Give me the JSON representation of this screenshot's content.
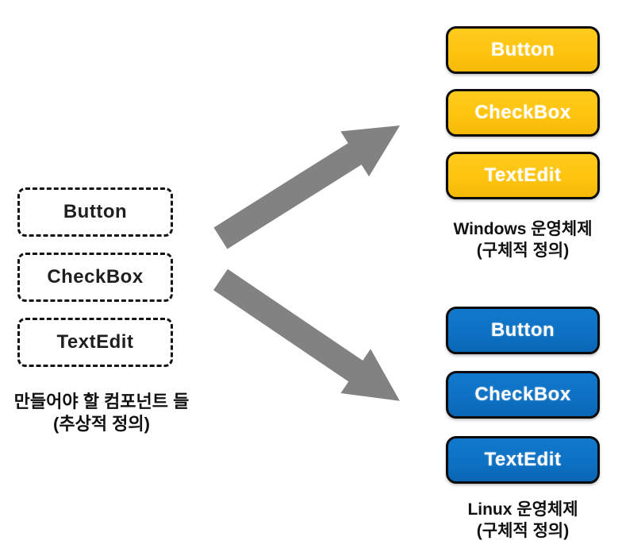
{
  "colors": {
    "background": "#ffffff",
    "abstract_box_border": "#141414",
    "abstract_box_text": "#1f1f1f",
    "windows_button_fill": "#fec30c",
    "linux_button_fill": "#0d70c2",
    "button_border": "#0b0b0b",
    "button_text": "#ffffff",
    "arrow": "#828282",
    "caption_text": "#111111"
  },
  "abstract_group": {
    "items": [
      "Button",
      "CheckBox",
      "TextEdit"
    ],
    "caption_line1": "만들어야 할 컴포넌트 들",
    "caption_line2": "(추상적 정의)"
  },
  "windows_group": {
    "items": [
      "Button",
      "CheckBox",
      "TextEdit"
    ],
    "caption_line1": "Windows 운영체제",
    "caption_line2": "(구체적 정의)"
  },
  "linux_group": {
    "items": [
      "Button",
      "CheckBox",
      "TextEdit"
    ],
    "caption_line1": "Linux 운영체제",
    "caption_line2": "(구체적 정의)"
  }
}
